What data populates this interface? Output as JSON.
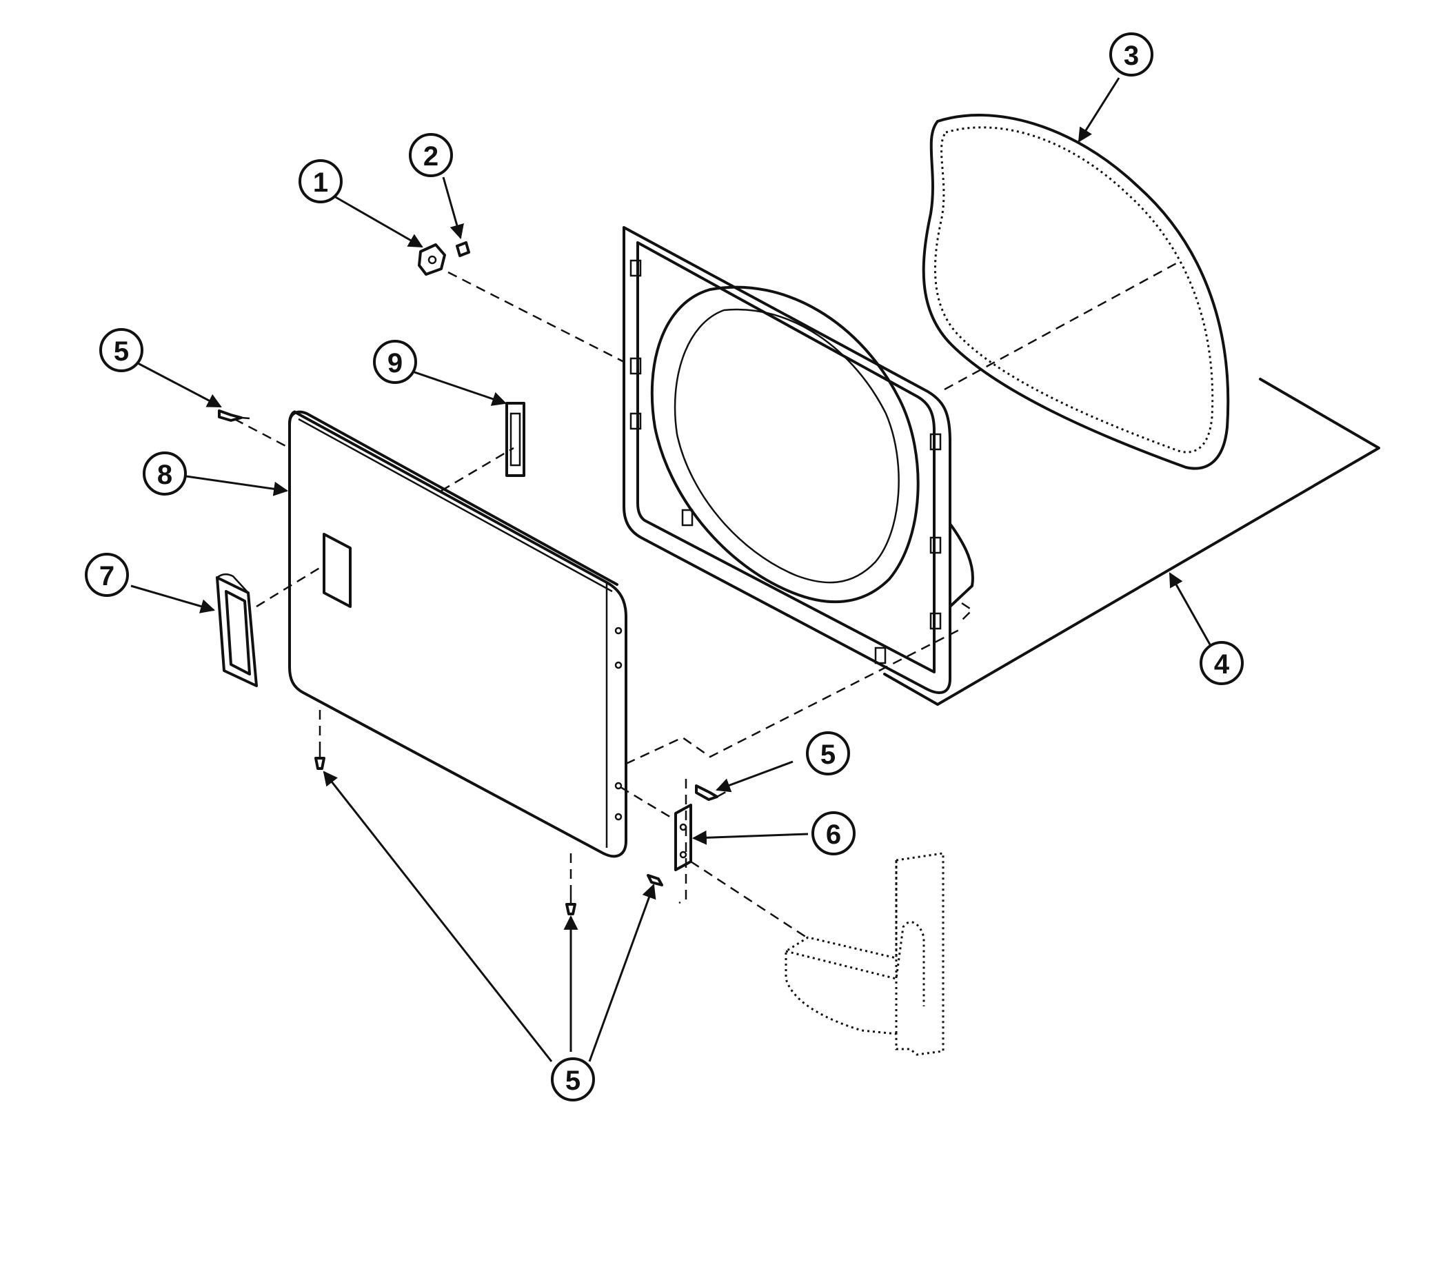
{
  "callouts": [
    {
      "id": "c1",
      "label": "1"
    },
    {
      "id": "c2",
      "label": "2"
    },
    {
      "id": "c3",
      "label": "3"
    },
    {
      "id": "c4",
      "label": "4"
    },
    {
      "id": "c5a",
      "label": "5"
    },
    {
      "id": "c5b",
      "label": "5"
    },
    {
      "id": "c5c",
      "label": "5"
    },
    {
      "id": "c6",
      "label": "6"
    },
    {
      "id": "c7",
      "label": "7"
    },
    {
      "id": "c8",
      "label": "8"
    },
    {
      "id": "c9",
      "label": "9"
    }
  ]
}
